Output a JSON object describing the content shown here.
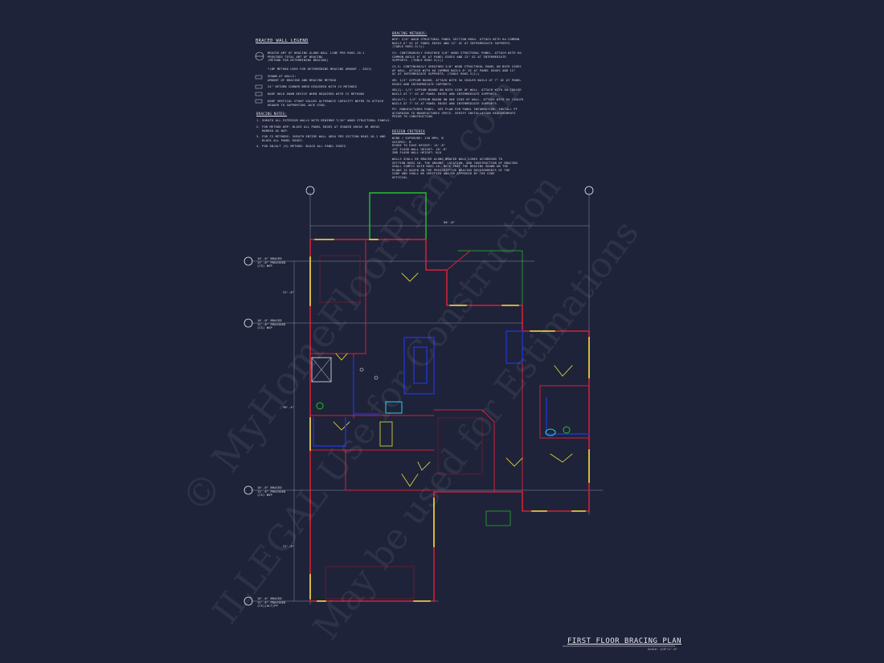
{
  "legend": {
    "title": "BRACED WALL LEGEND",
    "items": [
      "BRACED AMT OF BRACING ALONG WALL LINE PER R602.10.1\nPROVIDED TOTAL AMT OF BRACING\n(METHOD FOR DETERMINING BRACING)",
      "*(BP METHOD USED FOR DETERMINING BRACING AMOUNT - 2021)",
      "SHOWN AT WALLS:\nAMOUNT OF BRACING AND BRACING METHOD",
      "24\" RETURN CORNER WHEN REQUIRED WITH CS METHODS",
      "800P HOLD DOWN DEVICE WHEN REQUIRED WITH CS METHODS",
      "800P VERTICAL STRAP VALUES ALTERNATE CAPACITY NOTED TO ATTACH\nHEADER TO SUPPORTING JACK STUD."
    ]
  },
  "bracing_notes": {
    "title": "BRACING NOTES:",
    "items": [
      "1. SHEATH ALL EXTERIOR WALLS WITH MINIMUM 7/16\" WOOD STRUCTURAL PANELS.",
      "2. FOR METHOD WSP: BLOCK ALL PANEL EDGES AT SHADED AREAS OR AREAS\n   MARKED AS WSP.",
      "3. FOR CS METHODS: SHEATH ENTIRE WALL AREA PER SECTION R602.10.1 AND\n   BLOCK ALL PANEL EDGES.",
      "4. FOR GB/ALT (H) METHOD: BLOCK ALL PANEL EDGES."
    ]
  },
  "bracing_methods": {
    "title": "BRACING METHODS:",
    "items": [
      "WSP: 3/8\" WOOD STRUCTURAL PANEL SECTION R604. ATTACH WITH 6d COMMON\nNAILS 6\" OC AT PANEL EDGES AND 12\" OC AT INTERMEDIATE SUPPORTS.\n(TABLE R602.3(1))",
      "CS: CONTINUOUSLY SHEATHED 3/8\" WOOD STRUCTURAL PANEL. ATTACH WITH 6d\nCOMMON NAILS 6\" OC AT PANEL EDGES AND 12\" OC AT INTERMEDIATE\nSUPPORTS. (TABLE R602.3(1))",
      "CS-G: CONTINUOUSLY SHEATHED 3/8\" WOOD STRUCTURAL PANEL ON BOTH SIDES\nOF WALL. ATTACH WITH 6d COMMON NAILS 6\" OC AT PANEL EDGES AND 12\"\nOC AT INTERMEDIATE SUPPORTS. (TABLE R602.3(1))",
      "GB: 1/2\" GYPSUM BOARD. ATTACH WITH 5d COOLER NAILS AT 7\" OC AT PANEL\nEDGES AND INTERMEDIATE SUPPORTS.",
      "GB(2): 1/2\" GYPSUM BOARD ON BOTH SIDE OF WALL. ATTACH WITH 5d COOLER\nNAILS AT 7\" OC AT PANEL EDGES AND INTERMEDIATE SUPPORTS.",
      "GB(ALT): 1/2\" GYPSUM BOARD ON ONE SIDE OF WALL. ATTACH WITH 5d COOLER\nNAILS AT 7\" OC AT PANEL EDGES AND INTERMEDIATE SUPPORTS.",
      "PF: MANUFACTURED PANEL. SEE PLAN FOR PANEL INFORMATION. INSTALL PF\nACCORDING TO MANUFACTURES SPECS. VERIFY INSTALLATION REQUIREMENTS\nPRIOR TO CONSTRUCTION."
    ]
  },
  "design_criteria": {
    "title": "DESIGN CRITERIA",
    "items": [
      "WIND / EXPOSURE: 130 MPH, B\nSEISMIC: B\nRIDGE TO EAVE HEIGHT: 14'-8\"\n1ST FLOOR WALL HEIGHT: 10'-0\"\n2ND FLOOR WALL HEIGHT: N/A",
      "WALLS SHALL BE BRACED ALONG BRACED WALL LINES ACCORDING TO\nSECTION R602.10. THE AMOUNT, LOCATION, AND CONSTRUCTION OF BRACING\nSHALL COMPLY WITH R602.10. NOTE THAT THE BRACING SHOWN ON THE\nPLANS IS BASED ON THE PRESCRIPTIVE BRACING REQUIREMENTS OF THE\nCODE AND SHALL BE VERIFIED AND/OR APPROVED BY THE CODE\nOFFICIAL."
    ]
  },
  "plan": {
    "title": "FIRST FLOOR BRACING PLAN",
    "scale": "Scale: 1/8\"=1'-0\"",
    "overall_dim": "56'-0\"",
    "grid_lines": [
      {
        "id": "1",
        "label": "10'-0\" BRACED\n11'-6\" PROVIDED\n(CS) WSP"
      },
      {
        "id": "2",
        "label": "10'-0\" BRACED\n11'-6\" PROVIDED\n(CS) WSP"
      },
      {
        "id": "3",
        "label": "10'-0\" BRACED\n11'-6\" PROVIDED\n(CS) WSP"
      },
      {
        "id": "4",
        "label": "10'-0\" BRACED\n11'-6\" PROVIDED\n(CS)(ALT)PF"
      }
    ],
    "bubbles": [
      "A",
      "B",
      "1",
      "2",
      "3",
      "4"
    ],
    "vertical_dims": [
      "21'-0\"",
      "30'-4\"",
      "21'-8\""
    ]
  },
  "watermark": {
    "line1": "© MyHomeFloorPlans.com",
    "line2": "ILLEGAL Use for Construction",
    "line3": "May be used for Estimations"
  },
  "colors": {
    "background": "#1f2339",
    "exterior_wall": "#d0213a",
    "braced_panel": "#e6e040",
    "interior": "#2233cc",
    "porch": "#22c22a",
    "fixture": "#22d6e6"
  }
}
